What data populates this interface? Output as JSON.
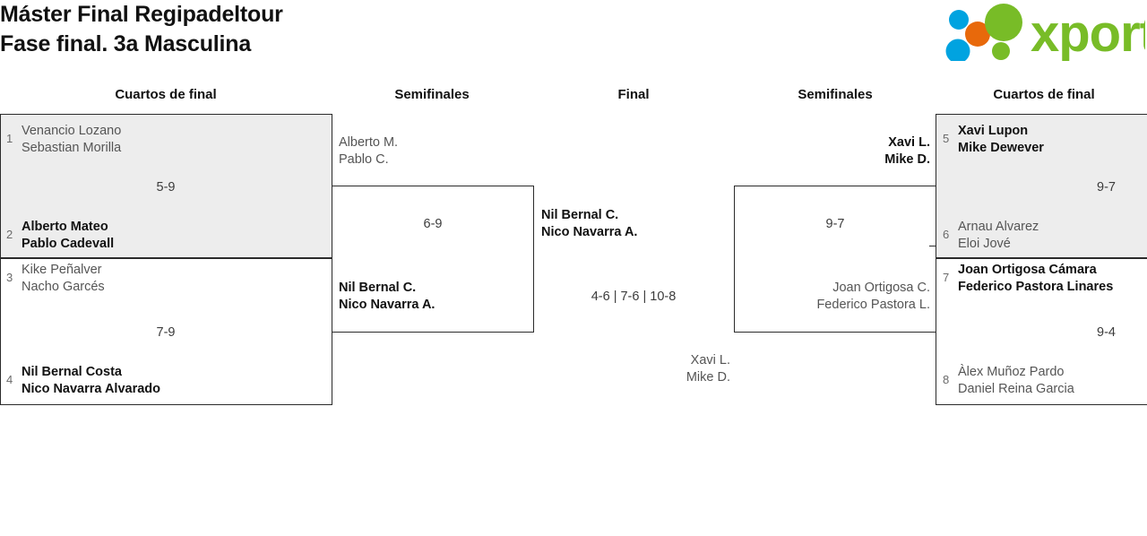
{
  "title": {
    "line1": "Máster Final Regipadeltour",
    "line2": "Fase final. 3a Masculina"
  },
  "brand": {
    "name": "xporty",
    "colors": {
      "green": "#78bc27",
      "blue": "#00a3e0",
      "orange": "#e8690b"
    }
  },
  "rounds": [
    {
      "id": "qf-left",
      "label": "Cuartos de final"
    },
    {
      "id": "sf-left",
      "label": "Semifinales"
    },
    {
      "id": "final",
      "label": "Final"
    },
    {
      "id": "sf-right",
      "label": "Semifinales"
    },
    {
      "id": "qf-right",
      "label": "Cuartos de final"
    }
  ],
  "bracket": {
    "quarterfinals_left": [
      {
        "score": "5-9",
        "teams": [
          {
            "seed": "1",
            "line1": "Venancio Lozano",
            "line2": "Sebastian Morilla",
            "result": "loser"
          },
          {
            "seed": "2",
            "line1": "Alberto Mateo",
            "line2": "Pablo Cadevall",
            "result": "winner"
          }
        ]
      },
      {
        "score": "7-9",
        "teams": [
          {
            "seed": "3",
            "line1": "Kike Peñalver",
            "line2": "Nacho Garcés",
            "result": "loser"
          },
          {
            "seed": "4",
            "line1": "Nil Bernal Costa",
            "line2": "Nico Navarra Alvarado",
            "result": "winner"
          }
        ]
      }
    ],
    "semifinal_left": {
      "score": "6-9",
      "teams": [
        {
          "line1": "Alberto M.",
          "line2": "Pablo C.",
          "result": "loser"
        },
        {
          "line1": "Nil Bernal C.",
          "line2": "Nico Navarra A.",
          "result": "winner"
        }
      ]
    },
    "final": {
      "score": "4-6 | 7-6 | 10-8",
      "teams": [
        {
          "line1": "Nil Bernal C.",
          "line2": "Nico Navarra A.",
          "result": "winner"
        },
        {
          "line1": "Xavi L.",
          "line2": "Mike D.",
          "result": "loser"
        }
      ]
    },
    "semifinal_right": {
      "score": "9-7",
      "teams": [
        {
          "line1": "Xavi L.",
          "line2": "Mike D.",
          "result": "winner"
        },
        {
          "line1": "Joan Ortigosa C.",
          "line2": "Federico Pastora L.",
          "result": "loser"
        }
      ]
    },
    "quarterfinals_right": [
      {
        "score": "9-7",
        "teams": [
          {
            "seed": "5",
            "line1": "Xavi Lupon",
            "line2": "Mike Dewever",
            "result": "winner"
          },
          {
            "seed": "6",
            "line1": "Arnau Alvarez",
            "line2": "Eloi Jové",
            "result": "loser"
          }
        ]
      },
      {
        "score": "9-4",
        "teams": [
          {
            "seed": "7",
            "line1": "Joan Ortigosa Cámara",
            "line2": "Federico Pastora Linares",
            "result": "winner"
          },
          {
            "seed": "8",
            "line1": "Àlex Muñoz Pardo",
            "line2": "Daniel Reina Garcia",
            "result": "loser"
          }
        ]
      }
    ]
  }
}
